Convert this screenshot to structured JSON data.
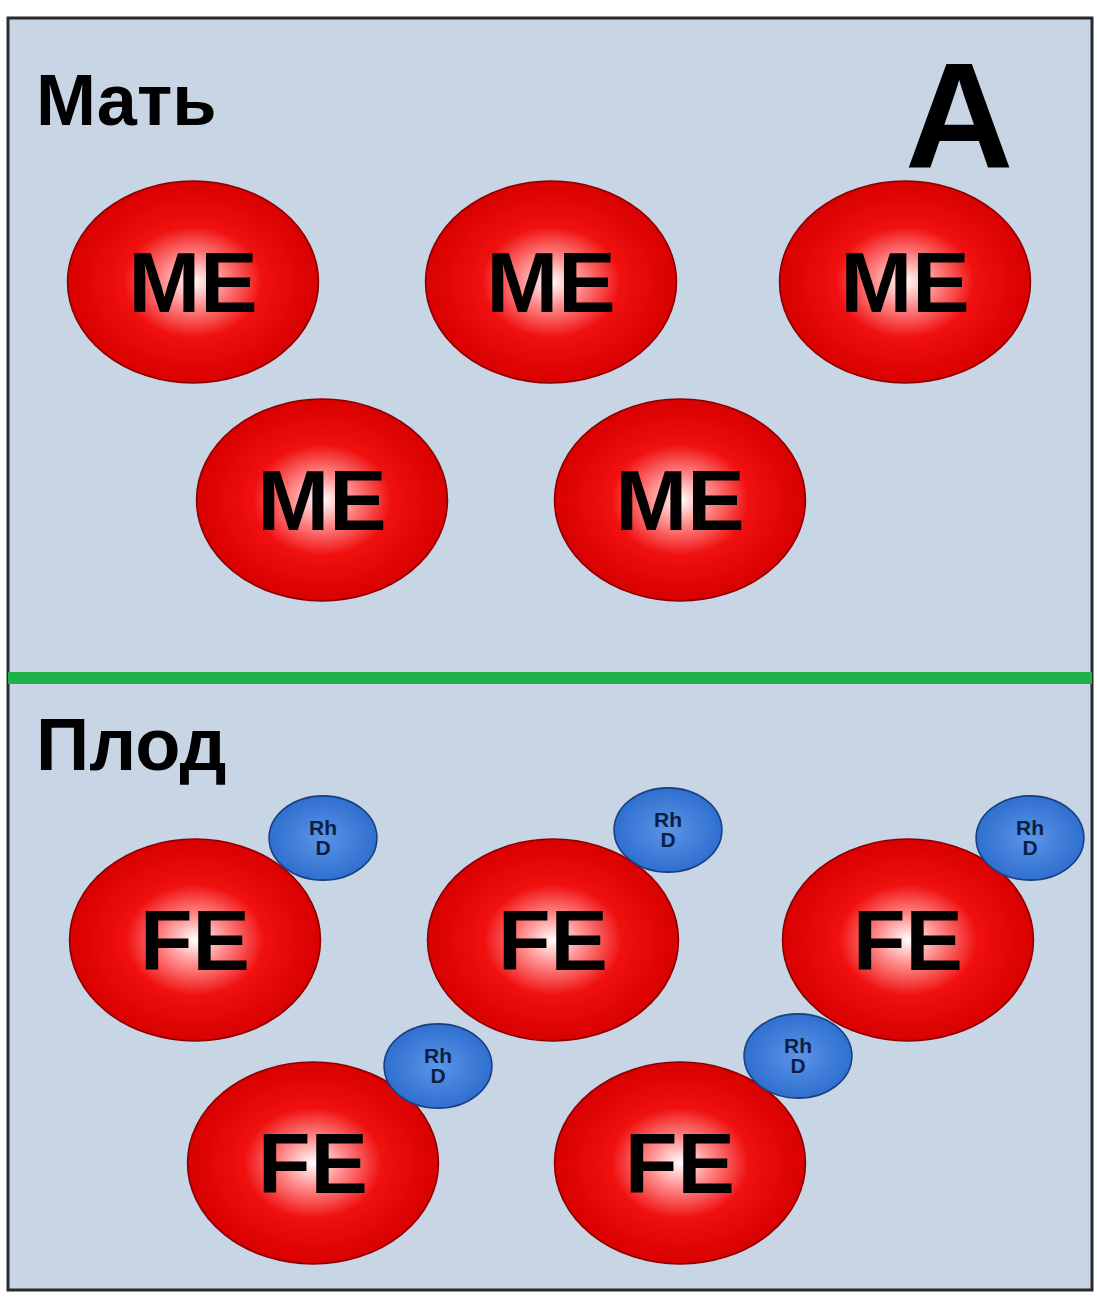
{
  "diagram": {
    "nodes": [
      {
        "text": [
          "ME"
        ]
      },
      {
        "text": [
          "ME"
        ]
      },
      {
        "text": [
          "ME"
        ]
      },
      {
        "text": [
          "ME"
        ]
      },
      {
        "text": [
          "ME"
        ]
      },
      {
        "text": [
          "FE"
        ]
      },
      {
        "text": [
          "Rh D"
        ]
      },
      {
        "text": [
          "FE"
        ]
      },
      {
        "text": [
          "Rh D"
        ]
      },
      {
        "text": [
          "FE"
        ]
      },
      {
        "text": [
          "Rh D"
        ]
      },
      {
        "text": [
          "FE"
        ]
      },
      {
        "text": [
          "Rh D"
        ]
      },
      {
        "text": [
          "FE"
        ]
      },
      {
        "text": [
          "Rh D"
        ]
      }
    ],
    "labels": [
      "Мать",
      "A",
      "Плод"
    ]
  }
}
